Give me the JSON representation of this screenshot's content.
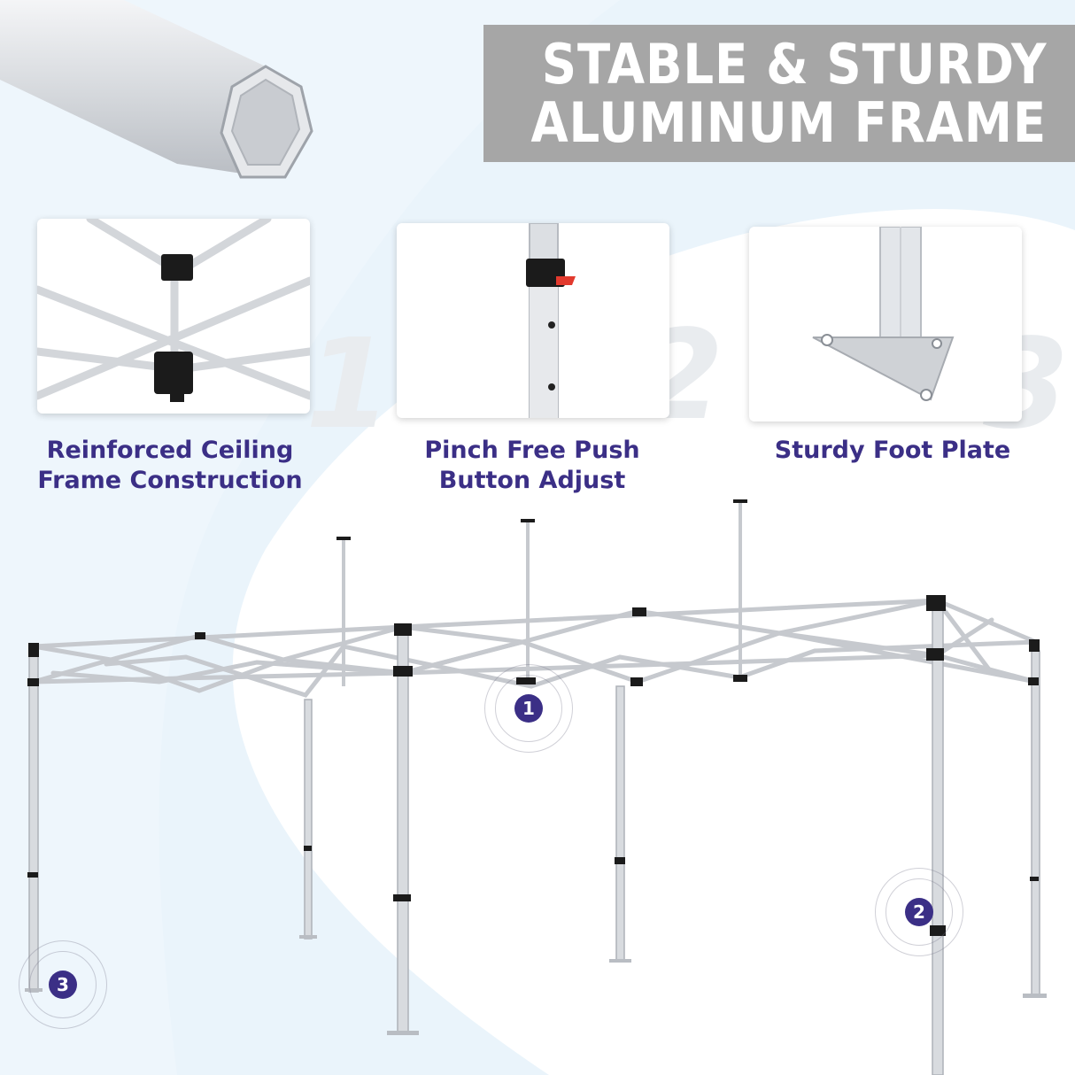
{
  "header": {
    "title_line1": "STABLE & STURDY",
    "title_line2": "ALUMINUM FRAME"
  },
  "features": [
    {
      "number": "1",
      "caption_line1": "Reinforced Ceiling",
      "caption_line2": "Frame Construction",
      "icon": "ceiling-frame-closeup"
    },
    {
      "number": "2",
      "caption_line1": "Pinch Free Push",
      "caption_line2": "Button Adjust",
      "icon": "push-button-leg-closeup"
    },
    {
      "number": "3",
      "caption_line1": "Sturdy Foot Plate",
      "caption_line2": "",
      "icon": "foot-plate-closeup"
    }
  ],
  "markers": [
    "1",
    "2",
    "3"
  ],
  "colors": {
    "title_bg": "#a6a6a6",
    "caption_text": "#3b2f86",
    "marker_fill": "#3b2f86",
    "background_blue": "#eaf4fb",
    "frame_silver": "#c9ccd1"
  }
}
